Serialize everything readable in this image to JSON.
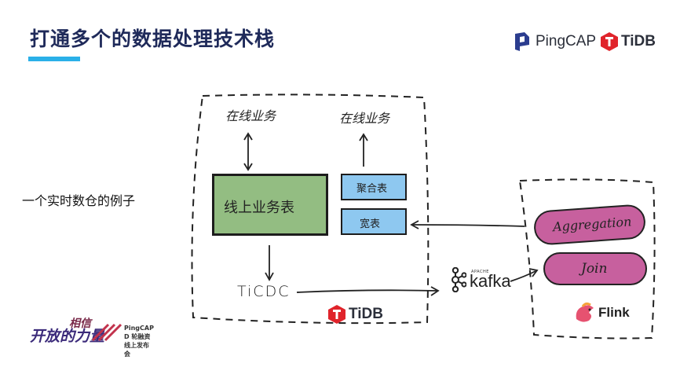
{
  "header": {
    "title": "打通多个的数据处理技术栈",
    "brand_pingcap": "PingCAP",
    "brand_tidb": "TiDB"
  },
  "side_label": "一个实时数仓的例子",
  "diagram": {
    "online_business_left": "在线业务",
    "online_business_right": "在线业务",
    "online_table": "线上业务表",
    "agg_table": "聚合表",
    "wide_table": "宽表",
    "ticdc": "TiCDC",
    "tidb_logo_text": "TiDB",
    "kafka_apache": "APACHE",
    "kafka_text": "kafka",
    "aggregation": "Aggregation",
    "join": "Join",
    "flink_text": "Flink"
  },
  "footer": {
    "slogan_main": "开放的力量",
    "slogan_top": "相信",
    "org_line1": "PingCAP",
    "org_line2": "D 轮融资线上发布会"
  },
  "colors": {
    "title": "#1f2a5a",
    "title_underline": "#2ab0e8",
    "green_box": "#93bd82",
    "blue_box": "#8ec8f0",
    "pink_pill": "#c7609e",
    "tidb_red": "#e0242b",
    "pingcap_blue": "#2b3d8f"
  }
}
